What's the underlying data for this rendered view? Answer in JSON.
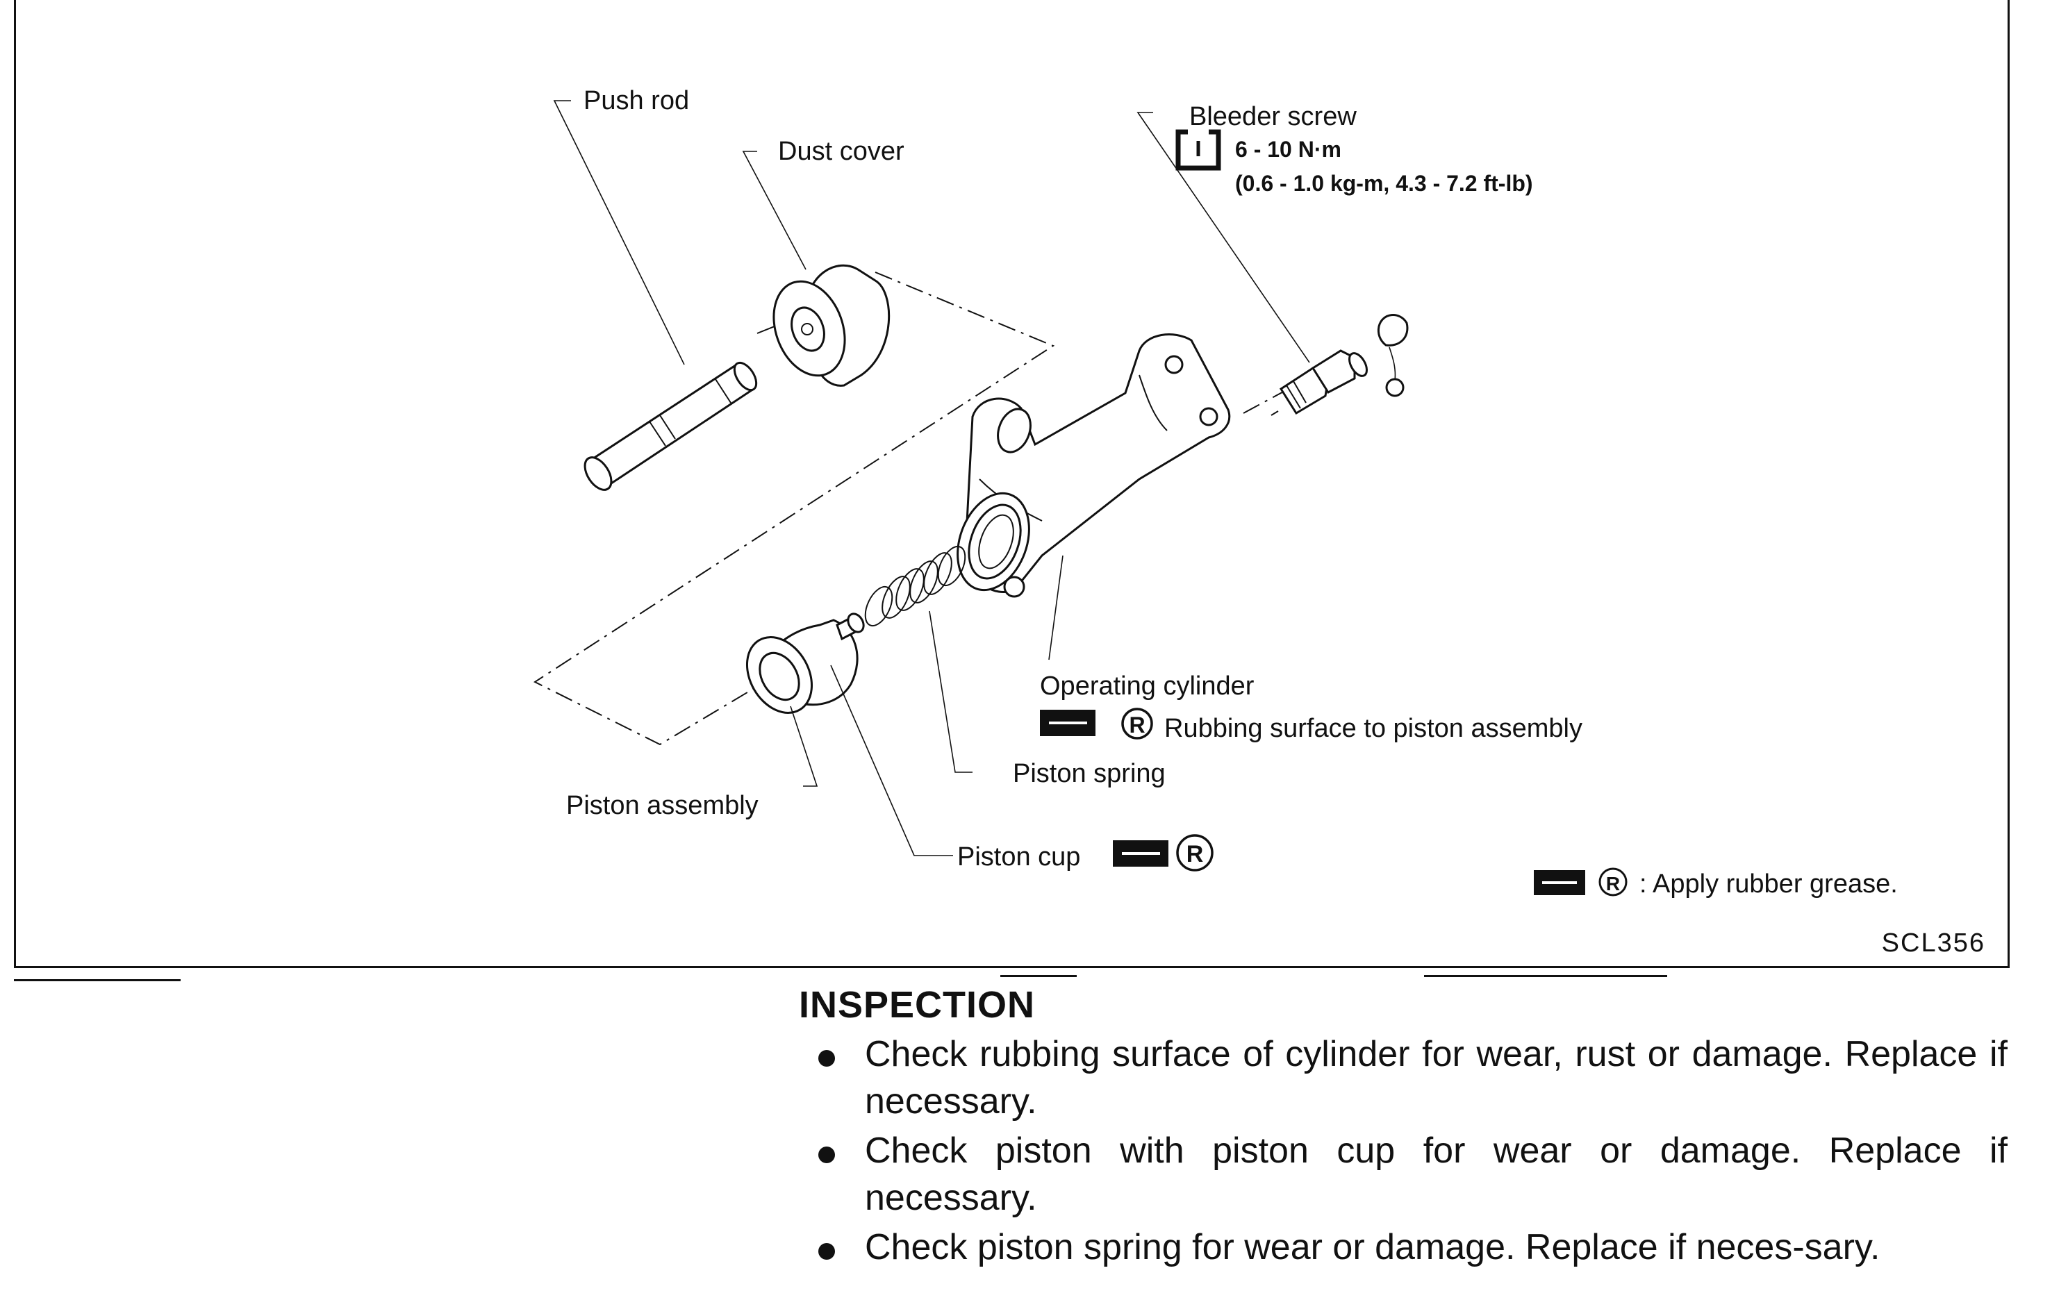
{
  "figure": {
    "labels": {
      "push_rod": "Push rod",
      "dust_cover": "Dust cover",
      "bleeder_screw": "Bleeder screw",
      "bleeder_torque_nm": "6 - 10 N·m",
      "bleeder_torque_other": "(0.6 - 1.0 kg-m, 4.3 - 7.2 ft-lb)",
      "operating_cylinder": "Operating cylinder",
      "operating_cylinder_note": "Rubbing surface to piston assembly",
      "piston_spring": "Piston spring",
      "piston_assembly": "Piston assembly",
      "piston_cup": "Piston cup",
      "legend_text": ": Apply rubber grease.",
      "r_symbol": "R",
      "figure_code": "SCL356"
    },
    "icons": [
      "torque-wrench-icon",
      "grease-symbol-icon",
      "r-circle-icon"
    ]
  },
  "inspection": {
    "title": "INSPECTION",
    "items": [
      "Check rubbing surface of cylinder for wear, rust or damage. Replace if necessary.",
      "Check piston with piston cup for wear or damage. Replace if necessary.",
      "Check piston spring for wear or damage. Replace if neces-sary."
    ]
  }
}
